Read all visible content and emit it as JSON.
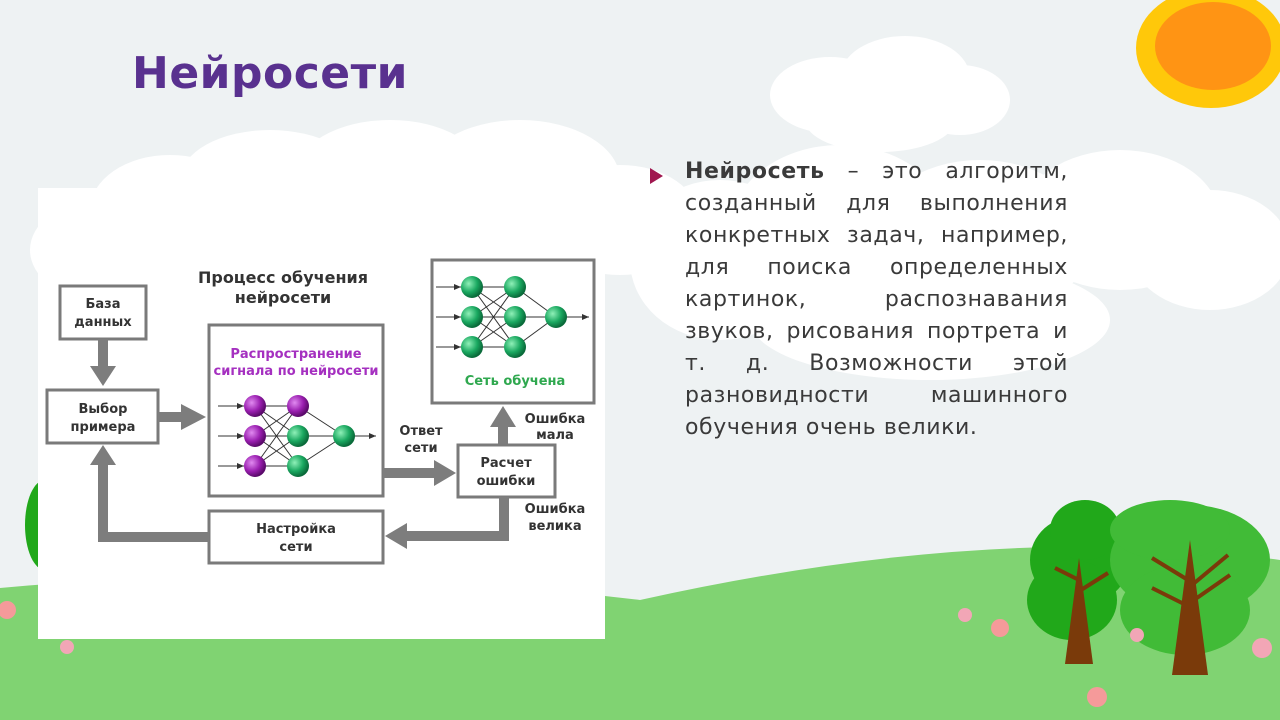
{
  "slide": {
    "title": "Нейросети",
    "bullet": {
      "term": "Нейросеть",
      "text": " – это алгоритм, созданный для выполнения конкретных задач, например, для поиска определенных картинок, распознавания звуков, рисования портрета и т. д. Возможности этой разновидности машинного обучения очень велики."
    },
    "colors": {
      "title": "#59318f",
      "bullet_marker": "#a0174f",
      "sun_outer": "#ffc80a",
      "sun_inner": "#ff9414",
      "grass": "#80d372",
      "tree_dark": "#21a81a",
      "tree_light": "#41bb37",
      "trunk": "#7a3a0a",
      "flower": "#f59a9a"
    }
  },
  "diagram": {
    "title_line1": "Процесс обучения",
    "title_line2": "нейросети",
    "boxes": {
      "database": [
        "База",
        "данных"
      ],
      "select_example": [
        "Выбор",
        "примера"
      ],
      "propagation": [
        "Распространение",
        "сигнала по нейросети"
      ],
      "trained": "Сеть обучена",
      "error_calc": [
        "Расчет",
        "ошибки"
      ],
      "tuning": [
        "Настройка",
        "сети"
      ]
    },
    "labels": {
      "network_answer": [
        "Ответ",
        "сети"
      ],
      "error_small": [
        "Ошибка",
        "мала"
      ],
      "error_large": [
        "Ошибка",
        "велика"
      ]
    },
    "colors": {
      "box_border": "#7a7a7a",
      "arrow": "#7d7d7d",
      "purple_neuron": "#9a1fb0",
      "green_neuron": "#1aa860",
      "propagation_text": "#a530c0",
      "trained_text": "#2fa84f"
    }
  }
}
